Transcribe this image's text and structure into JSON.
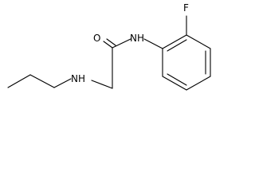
{
  "molecule": {
    "atoms": {
      "fluorine": "F",
      "oxygen": "O",
      "amide_nitrogen_hydrogen": "NH",
      "amine_nitrogen_hydrogen": "NH"
    },
    "colors": {
      "bond": "#000000",
      "label": "#000000",
      "background": "#ffffff"
    }
  }
}
